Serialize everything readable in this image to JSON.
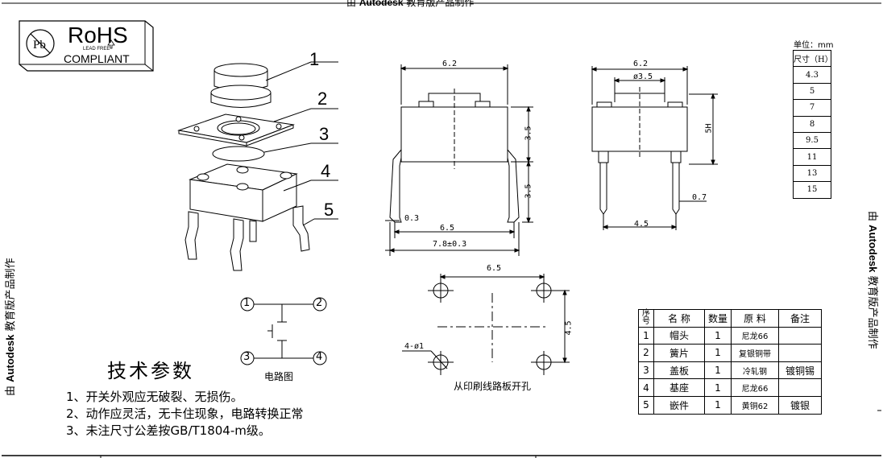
{
  "watermark": {
    "prefix": "由",
    "brand": "Autodesk",
    "suffix": "教育版产品制作"
  },
  "rohs": {
    "main": "RoHS",
    "lead_free": "LEAD FREE",
    "compliant": "COMPLIANT",
    "seal_letter": "Pb"
  },
  "exploded_parts": [
    "1",
    "2",
    "3",
    "4",
    "5"
  ],
  "front_view": {
    "top_width": "6.2",
    "body_height": "3.5",
    "lead_length": "3.5",
    "lead_thickness": "0.3",
    "pin_span": "6.5",
    "overall_width": "7.8±0.3"
  },
  "side_view": {
    "top_width": "6.2",
    "cap_diameter": "ø3.5",
    "height_label": "5H",
    "pin_width": "0.7",
    "pin_spacing": "4.5"
  },
  "height_table": {
    "unit": "单位：mm",
    "header": "尺寸（H）",
    "values": [
      "4.3",
      "5",
      "7",
      "8",
      "9.5",
      "11",
      "13",
      "15"
    ]
  },
  "pcb": {
    "pitch_x": "6.5",
    "pitch_y": "4.5",
    "hole_spec": "4-ø1",
    "label": "从印刷线路板开孔"
  },
  "circuit": {
    "terminals": [
      "1",
      "2",
      "3",
      "4"
    ],
    "label": "电路图"
  },
  "bom": {
    "headers": [
      "序号",
      "名 称",
      "数量",
      "原 料",
      "备注"
    ],
    "rows": [
      [
        "1",
        "帽头",
        "1",
        "尼龙66",
        ""
      ],
      [
        "2",
        "簧片",
        "1",
        "复银铜带",
        ""
      ],
      [
        "3",
        "盖板",
        "1",
        "冷轧钢",
        "镀铜锡"
      ],
      [
        "4",
        "基座",
        "1",
        "尼龙66",
        ""
      ],
      [
        "5",
        "嵌件",
        "1",
        "黄铜62",
        "镀银"
      ]
    ]
  },
  "tech": {
    "title": "技术参数",
    "notes": [
      "1、开关外观应无破裂、无损伤。",
      "2、动作应灵活，无卡住现象，电路转换正常",
      "3、未注尺寸公差按GB/T1804-m级。"
    ]
  }
}
